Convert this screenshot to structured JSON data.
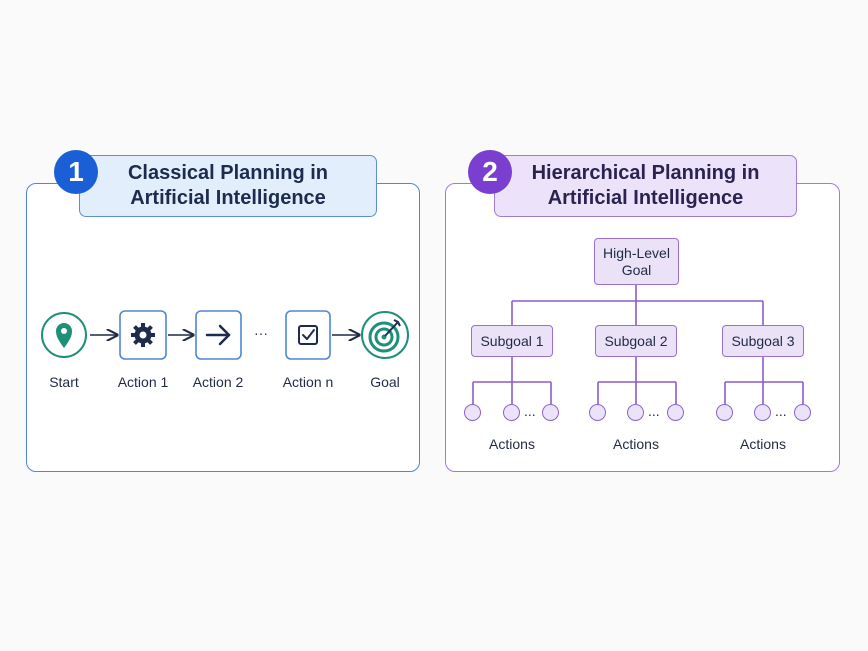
{
  "classical": {
    "number": "1",
    "title_line1": "Classical Planning in",
    "title_line2": "Artificial Intelligence",
    "steps": [
      {
        "label": "Start",
        "icon": "location-pin-icon"
      },
      {
        "label": "Action 1",
        "icon": "gear-icon"
      },
      {
        "label": "Action 2",
        "icon": "arrow-right-icon"
      },
      {
        "label": "Action n",
        "icon": "checkbox-icon"
      },
      {
        "label": "Goal",
        "icon": "target-icon"
      }
    ],
    "ellipsis": "···",
    "colors": {
      "accent": "#1a5fd6",
      "teal": "#1f8f7a",
      "navy": "#1c2b4e"
    }
  },
  "hierarchical": {
    "number": "2",
    "title_line1": "Hierarchical Planning in",
    "title_line2": "Artificial Intelligence",
    "top_line1": "High-Level",
    "top_line2": "Goal",
    "subgoals": [
      "Subgoal 1",
      "Subgoal 2",
      "Subgoal 3"
    ],
    "actions_label": "Actions",
    "ellipsis": "...",
    "colors": {
      "accent": "#7a3fcf",
      "line": "#8a5ccc"
    }
  }
}
